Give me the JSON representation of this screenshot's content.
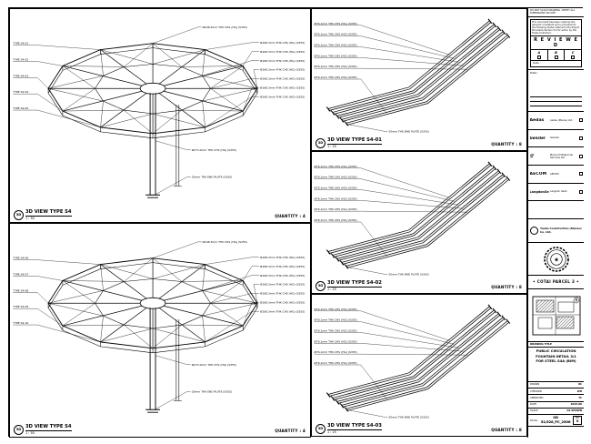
{
  "sheet": {
    "note": "DO NOT SCALE DRAWING. VERIFY ALL DIMENSIONS ON SITE.",
    "north": "N"
  },
  "views": {
    "s4a": {
      "bubble": "3D",
      "title": "3D VIEW TYPE S4",
      "scale": "1 : 50",
      "quantity": "QUANTITY : 4"
    },
    "s4b": {
      "bubble": "3D",
      "title": "3D VIEW TYPE S4",
      "scale": "1 : 50",
      "quantity": "QUANTITY : 4"
    },
    "s401": {
      "bubble": "3D",
      "title": "3D VIEW TYPE S4-01",
      "scale": "1 : 25",
      "quantity": "QUANTITY : 8"
    },
    "s402": {
      "bubble": "3D",
      "title": "3D VIEW TYPE S4-02",
      "scale": "1 : 25",
      "quantity": "QUANTITY : 8"
    },
    "s403": {
      "bubble": "3D",
      "title": "3D VIEW TYPE S4-03",
      "scale": "1 : 25",
      "quantity": "QUANTITY : 8"
    }
  },
  "labels": {
    "chs_main": "Ø168.3mm THK CHS (HG) (S355)",
    "chs_small": "Ø76.1mm THK CHS (HG) (S355)",
    "chs_column": "Ø273.0mm THK CHS (HG) (S355)",
    "end_plate": "20mm THK END PLATE (S355)",
    "types_a": [
      "TYPE S4-01",
      "TYPE S4-02",
      "TYPE S4-03",
      "TYPE S4-04",
      "TYPE S4-05"
    ],
    "types_b": [
      "TYPE S4-06",
      "TYPE S4-07",
      "TYPE S4-08",
      "TYPE S4-09",
      "TYPE S4-10"
    ]
  },
  "titleblock": {
    "reviewed": {
      "pre": "This document has been noted by the relevant consultant and is provided for the following status referral to the Project Procedure Section 5.4 for action by the Trade Contractor.",
      "word": "R E V I E W E D",
      "options": [
        "A",
        "B",
        "C"
      ],
      "date_label": "Date :"
    },
    "data_label": "Data :",
    "firms": [
      {
        "logo": "Aedas",
        "name": "Aedas (Macau) Ltd."
      },
      {
        "logo": "Gensler",
        "name": "Gensler"
      },
      {
        "logo": "///",
        "name": "Macau Professional Services Ltd."
      },
      {
        "logo": "AECOM",
        "name": "AECOM"
      },
      {
        "logo": "LangdonSeah",
        "name": "Langdon Seah"
      }
    ],
    "contractor": {
      "name": "Yaoka Construction (Macau) Co. Ltd."
    },
    "seal_star": "★",
    "project": "COTAI PARCEL 3",
    "parcel_orn": "◆",
    "drawing_title_label": "DRAWING TITLE",
    "drawing_title": [
      "PUBLIC CIRCULATION",
      "FOUNTAIN DETAIL 3/1",
      "FOR STEEL S4A (BIM)"
    ],
    "meta": [
      {
        "k": "DRAWN",
        "v": "KC"
      },
      {
        "k": "CHECKED",
        "v": "WH"
      },
      {
        "k": "APPROVED",
        "v": "TC"
      },
      {
        "k": "DATE",
        "v": "2015-06"
      },
      {
        "k": "SCALE",
        "v": "AS SHOWN"
      }
    ],
    "number_label": "SD No.",
    "number": "SD 51/528_PC_2506",
    "rev_label": "REV",
    "rev": "0"
  }
}
